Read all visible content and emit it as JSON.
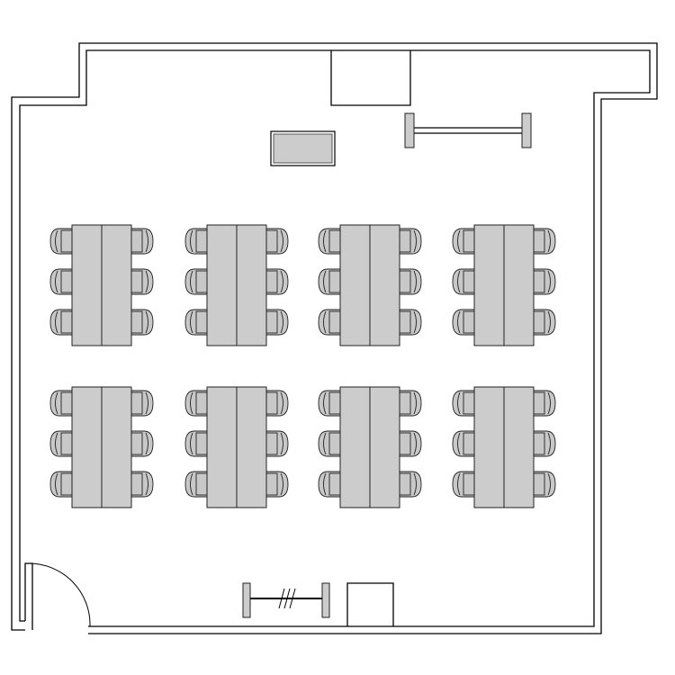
{
  "colors": {
    "wall": "#000000",
    "furniture_fill": "#cccccc",
    "chair_fill": "#c8c8c8",
    "background": "#ffffff"
  },
  "floor_plan": {
    "table_groups": [
      {
        "row": 1,
        "col": 1,
        "chairs_per_side": 3
      },
      {
        "row": 1,
        "col": 2,
        "chairs_per_side": 3
      },
      {
        "row": 1,
        "col": 3,
        "chairs_per_side": 3
      },
      {
        "row": 1,
        "col": 4,
        "chairs_per_side": 3
      },
      {
        "row": 2,
        "col": 1,
        "chairs_per_side": 3
      },
      {
        "row": 2,
        "col": 2,
        "chairs_per_side": 3
      },
      {
        "row": 2,
        "col": 3,
        "chairs_per_side": 3
      },
      {
        "row": 2,
        "col": 4,
        "chairs_per_side": 3
      }
    ],
    "fixtures": [
      {
        "kind": "lectern"
      },
      {
        "kind": "whiteboard"
      },
      {
        "kind": "whiteboard-break"
      },
      {
        "kind": "door-swing"
      }
    ]
  }
}
